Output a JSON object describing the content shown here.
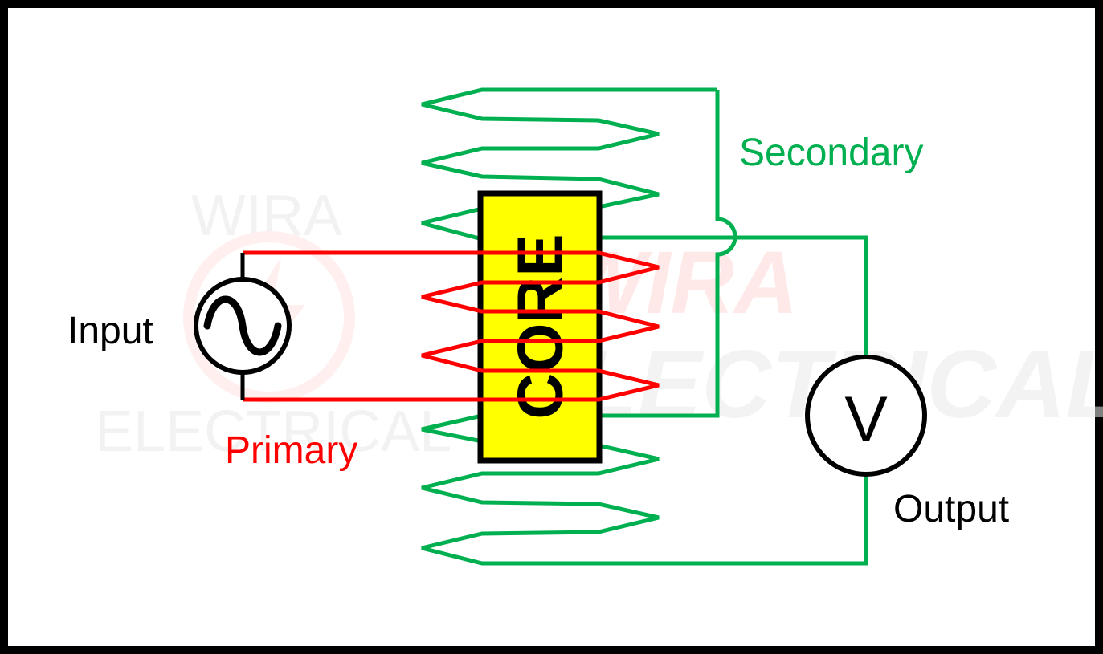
{
  "labels": {
    "secondary": "Secondary",
    "input": "Input",
    "primary": "Primary",
    "output": "Output",
    "core": "CORE",
    "voltmeter": "V"
  },
  "watermark": {
    "top": "WIRA",
    "bottom": "ELECTRICAL",
    "big_line1": "WIRA",
    "big_line2": "ELECTRICAL"
  },
  "colors": {
    "primary_winding": "#ff0000",
    "secondary_winding": "#00b050",
    "core_fill": "#ffff00",
    "outline": "#000000",
    "background": "#ffffff"
  },
  "icons": {
    "source": "ac-source-icon",
    "meter": "voltmeter-icon"
  }
}
